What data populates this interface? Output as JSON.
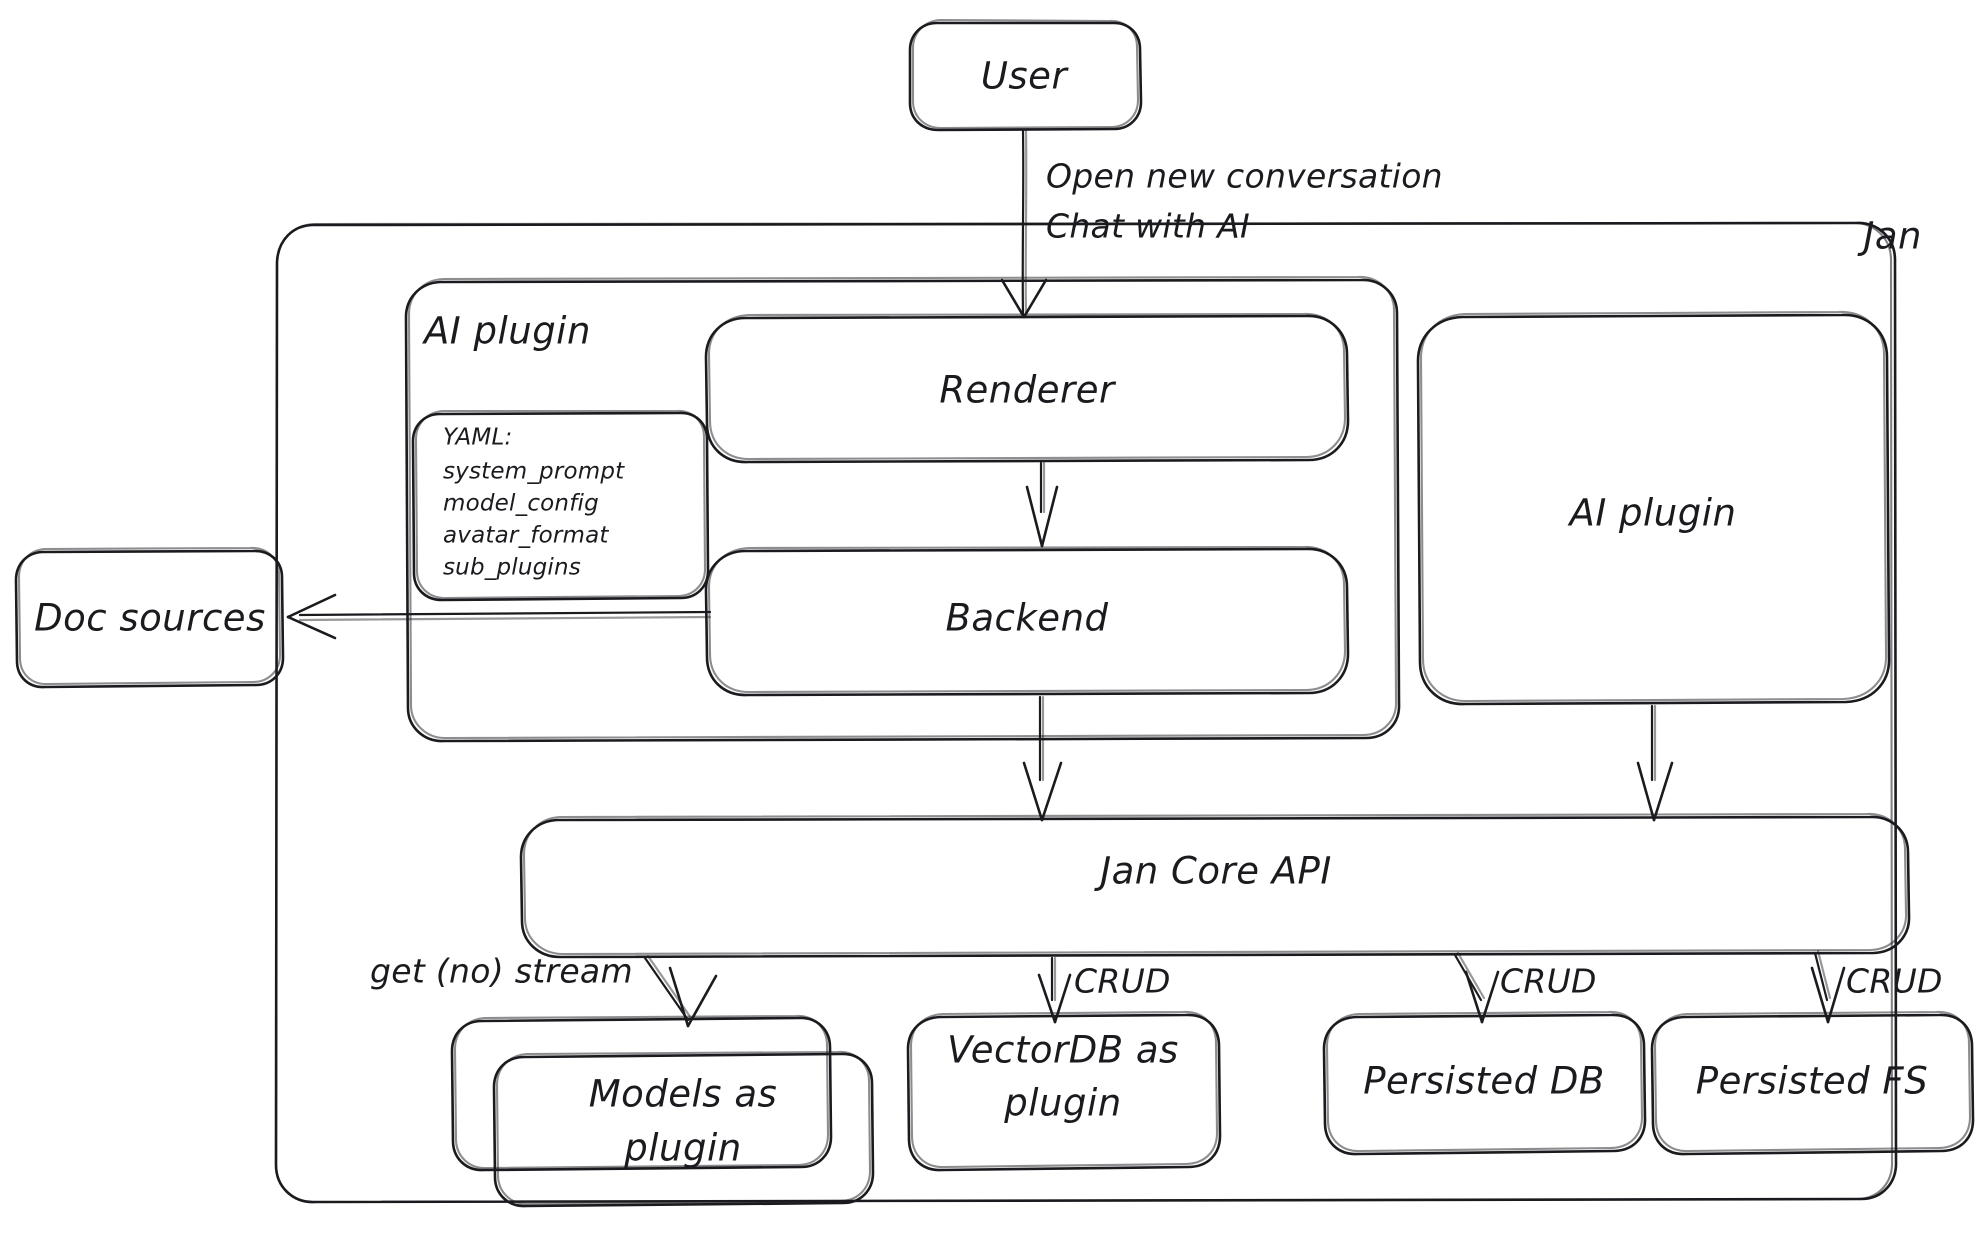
{
  "diagram": {
    "title": "Jan architecture diagram",
    "style": "hand-drawn excalidraw sketch",
    "stroke_color": "#1b1b1f",
    "background_color": "#ffffff",
    "containers": {
      "jan": {
        "label": "Jan"
      },
      "ai_plugin_group": {
        "label": "AI plugin"
      }
    },
    "nodes": {
      "user": {
        "label": "User"
      },
      "renderer": {
        "label": "Renderer"
      },
      "backend": {
        "label": "Backend"
      },
      "ai_plugin_right": {
        "label": "AI plugin"
      },
      "doc_sources": {
        "label": "Doc sources"
      },
      "jan_core_api": {
        "label": "Jan Core API"
      },
      "models_as_plugin": {
        "label_line1": "Models as",
        "label_line2": "plugin"
      },
      "vectordb_as_plugin": {
        "label_line1": "VectorDB as",
        "label_line2": "plugin"
      },
      "persisted_db": {
        "label": "Persisted DB"
      },
      "persisted_fs": {
        "label": "Persisted FS"
      }
    },
    "yaml_note": {
      "lines": [
        "YAML:",
        "system_prompt",
        "model_config",
        "avatar_format",
        "sub_plugins"
      ]
    },
    "edges": {
      "user_to_renderer": {
        "label_line1": "Open new conversation",
        "label_line2": "Chat with AI"
      },
      "renderer_to_backend": {
        "label": ""
      },
      "backend_to_doc_sources": {
        "label": ""
      },
      "backend_to_core": {
        "label": ""
      },
      "ai_plugin_to_core": {
        "label": ""
      },
      "core_to_models": {
        "label": "get (no) stream"
      },
      "core_to_vectordb": {
        "label": "CRUD"
      },
      "core_to_persisted_db": {
        "label": "CRUD"
      },
      "core_to_persisted_fs": {
        "label": "CRUD"
      }
    }
  }
}
